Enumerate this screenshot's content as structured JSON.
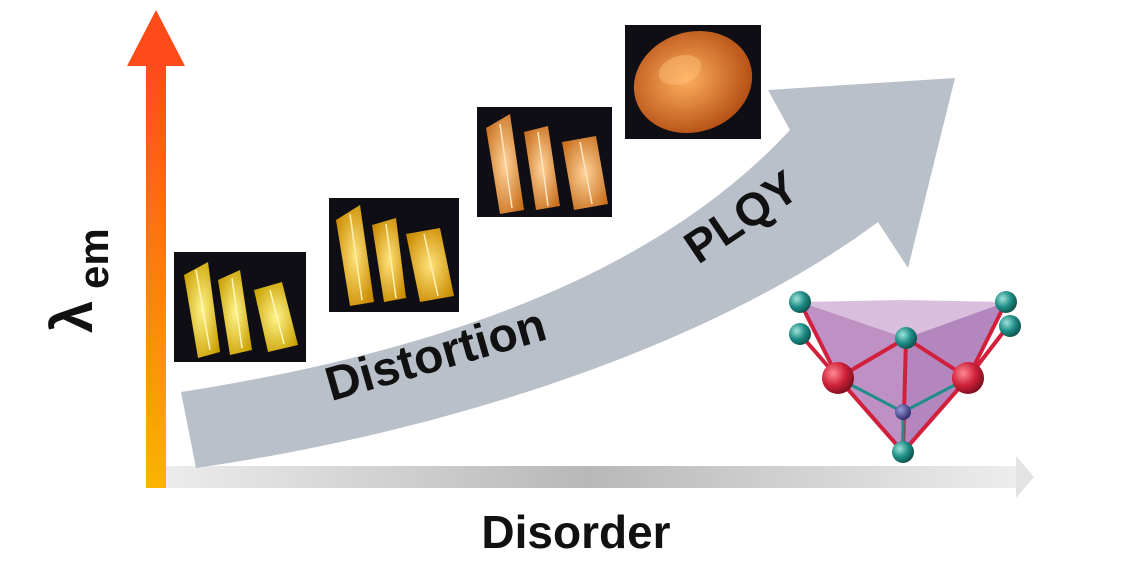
{
  "y_axis": {
    "label_symbol": "λ",
    "label_subscript": "em"
  },
  "x_axis": {
    "label": "Disorder"
  },
  "main_arrow": {
    "label_lower": "Distortion",
    "label_upper": "PLQY"
  },
  "samples": [
    {
      "tone": "yellow"
    },
    {
      "tone": "yellow-amber"
    },
    {
      "tone": "amber"
    },
    {
      "tone": "orange"
    }
  ],
  "colors": {
    "y_axis_bottom": "#F9B400",
    "y_axis_top": "#FF4A1A",
    "x_axis_light": "#E6E6E6",
    "x_axis_dark": "#B8B8B8",
    "main_arrow": "#B9C0CA",
    "polyhedron_face": "#A86BB0",
    "bond": "#D21F3C",
    "node_teal": "#1E8E86",
    "node_red": "#D0213A",
    "node_center": "#3A3A8C"
  }
}
